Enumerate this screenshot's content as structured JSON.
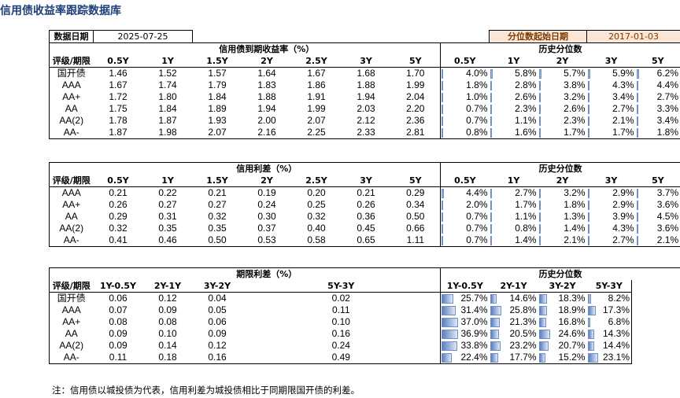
{
  "title": "信用债收益率跟踪数据库",
  "top": {
    "date_label": "数据日期",
    "date_value": "2025-07-25",
    "start_label": "分位数起始日期",
    "start_value": "2017-01-03"
  },
  "t1": {
    "row_header": "评级/期限",
    "left_title": "信用债到期收益率（%）",
    "right_title": "历史分位数",
    "cols": [
      "0.5Y",
      "1Y",
      "1.5Y",
      "2Y",
      "2.5Y",
      "3Y",
      "5Y"
    ],
    "pcols": [
      "0.5Y",
      "1Y",
      "2Y",
      "3Y",
      "5Y"
    ],
    "rows": [
      {
        "label": "国开债",
        "vals": [
          "1.46",
          "1.52",
          "1.57",
          "1.64",
          "1.67",
          "1.68",
          "1.70"
        ],
        "pct": [
          "4.0%",
          "5.8%",
          "5.7%",
          "5.9%",
          "6.2%"
        ]
      },
      {
        "label": "AAA",
        "vals": [
          "1.67",
          "1.74",
          "1.79",
          "1.83",
          "1.86",
          "1.88",
          "1.99"
        ],
        "pct": [
          "1.8%",
          "2.8%",
          "3.8%",
          "4.3%",
          "4.4%"
        ]
      },
      {
        "label": "AA+",
        "vals": [
          "1.72",
          "1.80",
          "1.84",
          "1.88",
          "1.91",
          "1.94",
          "2.04"
        ],
        "pct": [
          "1.0%",
          "2.6%",
          "3.2%",
          "3.4%",
          "2.7%"
        ]
      },
      {
        "label": "AA",
        "vals": [
          "1.75",
          "1.84",
          "1.89",
          "1.94",
          "1.99",
          "2.03",
          "2.20"
        ],
        "pct": [
          "0.7%",
          "2.3%",
          "2.6%",
          "2.7%",
          "3.3%"
        ]
      },
      {
        "label": "AA(2)",
        "vals": [
          "1.78",
          "1.87",
          "1.93",
          "2.00",
          "2.07",
          "2.12",
          "2.36"
        ],
        "pct": [
          "0.7%",
          "1.1%",
          "2.3%",
          "2.1%",
          "3.4%"
        ]
      },
      {
        "label": "AA-",
        "vals": [
          "1.87",
          "1.98",
          "2.07",
          "2.16",
          "2.25",
          "2.33",
          "2.81"
        ],
        "pct": [
          "0.8%",
          "1.6%",
          "1.7%",
          "1.7%",
          "1.8%"
        ]
      }
    ]
  },
  "t2": {
    "row_header": "评级/期限",
    "left_title": "信用利差（%）",
    "right_title": "历史分位数",
    "cols": [
      "0.5Y",
      "1Y",
      "1.5Y",
      "2Y",
      "2.5Y",
      "3Y",
      "5Y"
    ],
    "pcols": [
      "0.5Y",
      "1Y",
      "2Y",
      "3Y",
      "5Y"
    ],
    "rows": [
      {
        "label": "AAA",
        "vals": [
          "0.21",
          "0.22",
          "0.21",
          "0.19",
          "0.20",
          "0.21",
          "0.29"
        ],
        "pct": [
          "4.4%",
          "2.7%",
          "3.2%",
          "2.9%",
          "3.7%"
        ]
      },
      {
        "label": "AA+",
        "vals": [
          "0.26",
          "0.27",
          "0.27",
          "0.24",
          "0.25",
          "0.26",
          "0.34"
        ],
        "pct": [
          "2.0%",
          "1.7%",
          "1.8%",
          "2.9%",
          "3.6%"
        ]
      },
      {
        "label": "AA",
        "vals": [
          "0.29",
          "0.31",
          "0.32",
          "0.30",
          "0.32",
          "0.36",
          "0.50"
        ],
        "pct": [
          "0.7%",
          "1.1%",
          "1.3%",
          "3.9%",
          "4.5%"
        ]
      },
      {
        "label": "AA(2)",
        "vals": [
          "0.32",
          "0.35",
          "0.35",
          "0.37",
          "0.40",
          "0.45",
          "0.66"
        ],
        "pct": [
          "0.7%",
          "0.8%",
          "1.4%",
          "4.3%",
          "3.6%"
        ]
      },
      {
        "label": "AA-",
        "vals": [
          "0.41",
          "0.46",
          "0.50",
          "0.53",
          "0.58",
          "0.65",
          "1.11"
        ],
        "pct": [
          "0.7%",
          "1.4%",
          "2.1%",
          "2.7%",
          "2.1%"
        ]
      }
    ]
  },
  "t3": {
    "row_header": "评级/期限",
    "left_title": "期限利差（%）",
    "right_title": "历史分位数",
    "cols": [
      "1Y-0.5Y",
      "2Y-1Y",
      "3Y-2Y",
      "5Y-3Y"
    ],
    "pcols": [
      "1Y-0.5Y",
      "2Y-1Y",
      "3Y-2Y",
      "5Y-3Y"
    ],
    "rows": [
      {
        "label": "国开债",
        "vals": [
          "0.06",
          "0.12",
          "0.04",
          "0.02"
        ],
        "pct": [
          "25.7%",
          "14.6%",
          "18.3%",
          "8.2%"
        ]
      },
      {
        "label": "AAA",
        "vals": [
          "0.07",
          "0.09",
          "0.05",
          "0.11"
        ],
        "pct": [
          "31.4%",
          "25.8%",
          "18.9%",
          "17.3%"
        ]
      },
      {
        "label": "AA+",
        "vals": [
          "0.08",
          "0.08",
          "0.06",
          "0.10"
        ],
        "pct": [
          "37.0%",
          "21.3%",
          "16.8%",
          "6.8%"
        ]
      },
      {
        "label": "AA",
        "vals": [
          "0.09",
          "0.10",
          "0.09",
          "0.16"
        ],
        "pct": [
          "36.9%",
          "20.5%",
          "24.6%",
          "14.3%"
        ]
      },
      {
        "label": "AA(2)",
        "vals": [
          "0.09",
          "0.14",
          "0.12",
          "0.24"
        ],
        "pct": [
          "33.8%",
          "23.2%",
          "20.7%",
          "14.4%"
        ]
      },
      {
        "label": "AA-",
        "vals": [
          "0.11",
          "0.18",
          "0.16",
          "0.49"
        ],
        "pct": [
          "22.4%",
          "17.7%",
          "15.2%",
          "23.1%"
        ]
      }
    ]
  },
  "note": "注：信用债以城投债为代表，信用利差为城投债相比于同期限国开债的利差。"
}
